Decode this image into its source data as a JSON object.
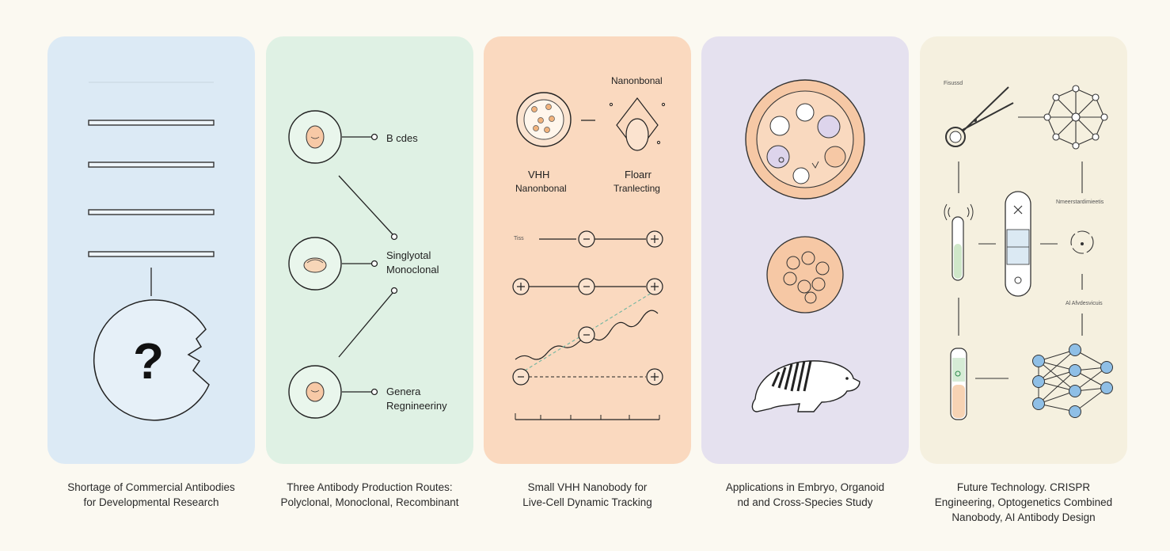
{
  "panels": [
    {
      "caption": [
        "Shortage of Commercial Antibodies",
        "for Developmental Research"
      ],
      "icon": "question-mark"
    },
    {
      "labels": [
        "B cdes",
        "Singlyotal",
        "Monoclonal",
        "Genera",
        "Regnineeriny"
      ],
      "caption": [
        "Three Antibody Production Routes:",
        "Polyclonal, Monoclonal, Recombinant"
      ]
    },
    {
      "labels": {
        "top": "Nanonbonal",
        "vhh": "VHH",
        "vhh_sub": "Nanonbonal",
        "floarr": "Floarr",
        "tracking": "Tranlecting",
        "axis": "Tiss"
      },
      "caption": [
        "Small VHH Nanobody for",
        "Live-Cell Dynamic Tracking"
      ]
    },
    {
      "caption": [
        "Applications in Embryo, Organoid",
        "nd and Cross-Species Study"
      ]
    },
    {
      "labels": {
        "top": "Fisussd",
        "mid": "Nmeerstardimieetis",
        "low": "Al Afvdesvicuis"
      },
      "caption": [
        "Future Technology. CRISPR",
        "Engineering, Optogenetics Combined",
        "Nanobody, AI Antibody Design"
      ]
    }
  ],
  "colors": {
    "panel1": "#dceaf5",
    "panel2": "#dff1e4",
    "panel3": "#fad9bf",
    "panel4": "#e5e1ef",
    "panel5": "#f5f0df",
    "cell": "#f7c9a6",
    "node": "#8fbfe6"
  }
}
